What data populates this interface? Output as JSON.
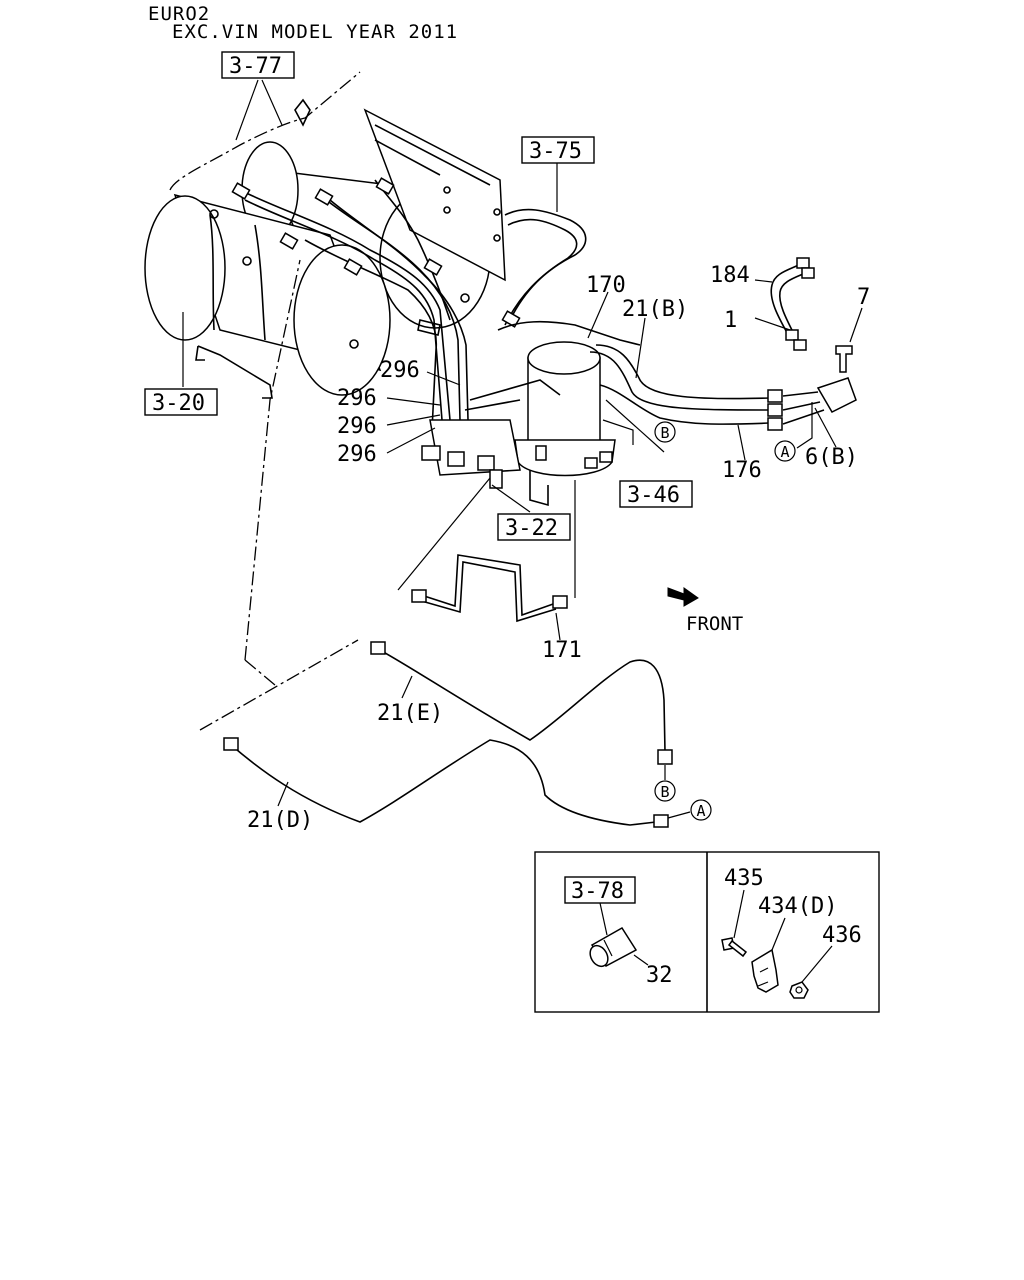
{
  "header": {
    "line1": "EURO2",
    "line2": "EXC.VIN MODEL YEAR 2011"
  },
  "refs": {
    "r_3_77": "3-77",
    "r_3_75": "3-75",
    "r_3_20": "3-20",
    "r_3_46": "3-46",
    "r_3_22": "3-22",
    "r_3_78": "3-78"
  },
  "parts": {
    "p170": "170",
    "p21b": "21(B)",
    "p184": "184",
    "p7": "7",
    "p1": "1",
    "p296a": "296",
    "p296b": "296",
    "p296c": "296",
    "p296d": "296",
    "p176": "176",
    "p6b": "6(B)",
    "p171": "171",
    "p21e": "21(E)",
    "p21d": "21(D)",
    "p32": "32",
    "p435": "435",
    "p434d": "434(D)",
    "p436": "436"
  },
  "markers": {
    "a1": "A",
    "a2": "A",
    "b1": "B",
    "b2": "B"
  },
  "front_label": "FRONT"
}
